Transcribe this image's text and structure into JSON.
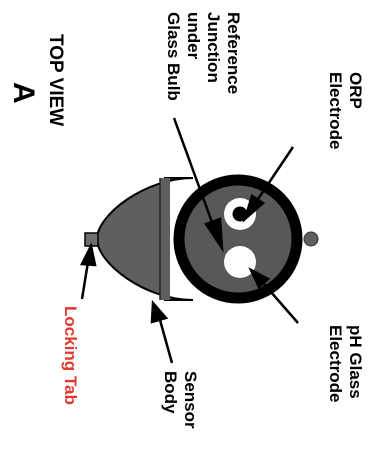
{
  "title": "TOP VIEW",
  "view_letter": "A",
  "labels": {
    "reference_junction": [
      "Reference",
      "Junction",
      "under",
      "Glass Bulb"
    ],
    "orp_electrode": [
      "ORP",
      "Electrode"
    ],
    "ph_glass_electrode": [
      "pH Glass",
      "Electrode"
    ],
    "sensor_body": [
      "Sensor",
      "Body"
    ],
    "locking_tab": "Locking Tab"
  },
  "colors": {
    "body_fill": "#5f5f62",
    "face_fill": "#58585a",
    "outline": "#000000",
    "locking_tab_label": "#e03a2e",
    "text": "#000000"
  }
}
